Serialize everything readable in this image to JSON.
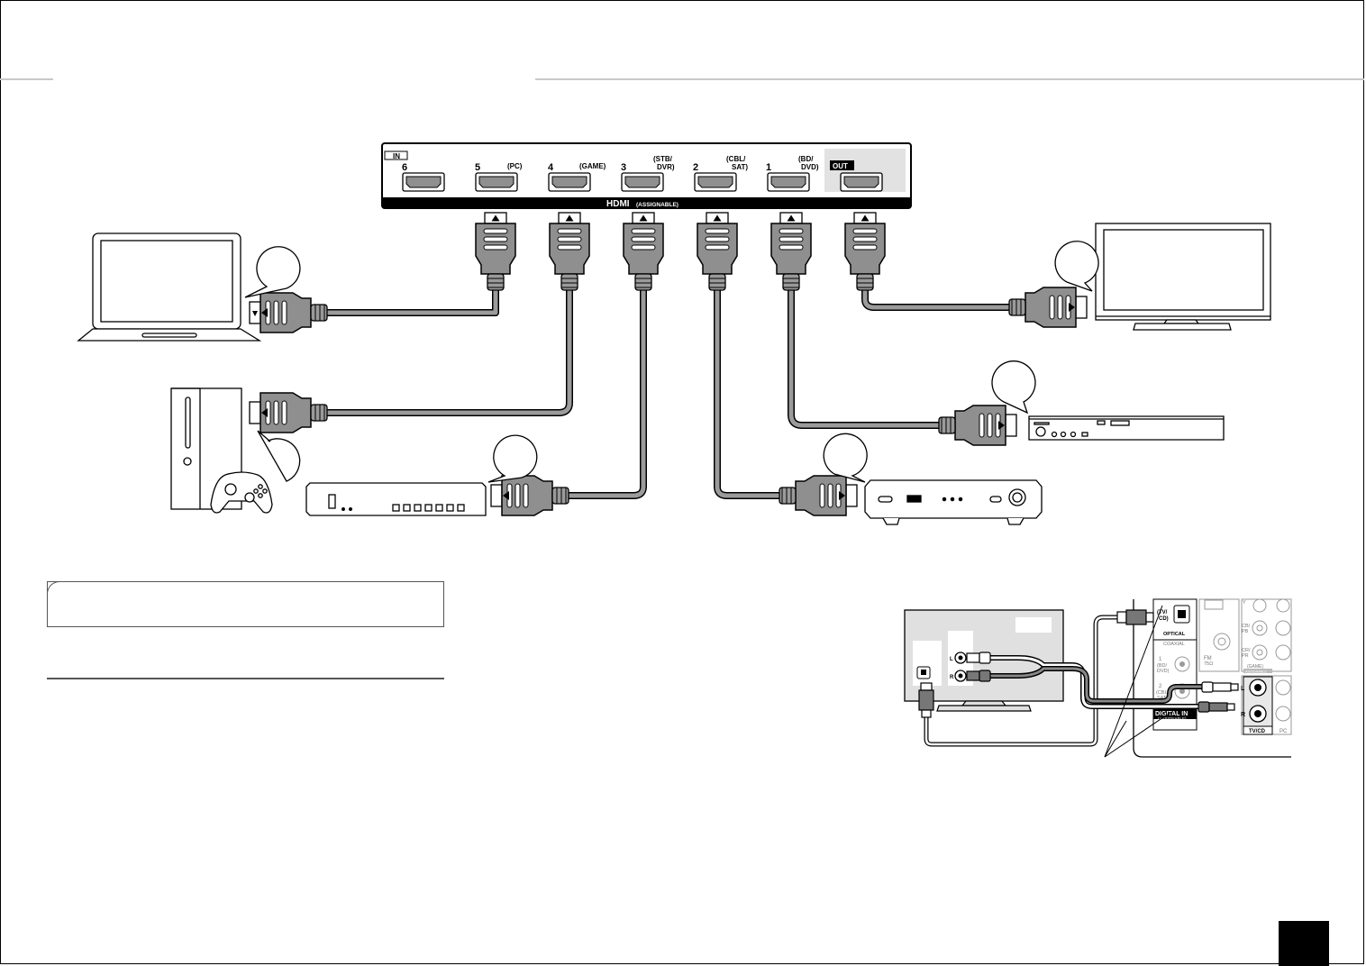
{
  "panel": {
    "in_label": "IN",
    "out_label": "OUT",
    "hdmi_label": "HDMI",
    "hdmi_sublabel": "(ASSIGNABLE)",
    "ports": [
      {
        "num": "6",
        "line1": "",
        "line2": ""
      },
      {
        "num": "5",
        "line1": "",
        "line2": "(PC)"
      },
      {
        "num": "4",
        "line1": "",
        "line2": "(GAME)"
      },
      {
        "num": "3",
        "line1": "(STB/",
        "line2": "DVR)"
      },
      {
        "num": "2",
        "line1": "(CBL/",
        "line2": "SAT)"
      },
      {
        "num": "1",
        "line1": "(BD/",
        "line2": "DVD)"
      }
    ]
  },
  "audio_panel": {
    "optical_in_l1": "(TV/",
    "optical_in_l2": "CD)",
    "optical_label": "OPTICAL",
    "coaxial_label": "COAXIAL",
    "coax1_l1": "1",
    "coax1_l2": "(BD/",
    "coax1_l3": "DVD)",
    "coax2_l1": "2",
    "coax2_l2": "(CBL/",
    "coax2_l3": "SAT)",
    "fm_label": "FM",
    "fm_ohm": "75Ω",
    "digital_in_label": "DIGITAL IN",
    "digital_in_sub": "(ASSIGNABLE)",
    "y_label": "Y",
    "cb_label": "CB/",
    "pb_label": "PB",
    "cr_label": "CR/",
    "pr_label": "PR",
    "game_label": "(GAME)",
    "game_sub": "ASSIGNABLE",
    "l_label": "L",
    "r_label": "R",
    "tvcd_label": "TV/CD",
    "pc_label": "PC",
    "tv_l_label": "L",
    "tv_r_label": "R"
  }
}
